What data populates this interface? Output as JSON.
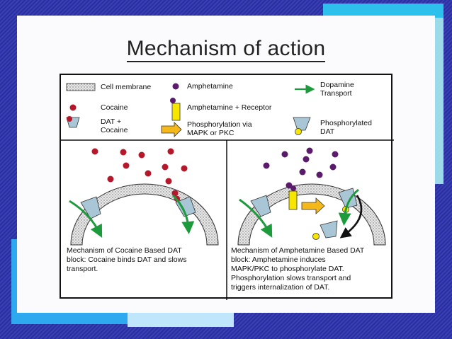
{
  "slide": {
    "title": "Mechanism of action"
  },
  "legend": {
    "cell_membrane": "Cell membrane",
    "amphetamine": "Amphetamine",
    "dopamine_transport": "Dopamine\nTransport",
    "cocaine": "Cocaine",
    "amphetamine_receptor": "Amphetamine + Receptor",
    "dat_cocaine": "DAT +\nCocaine",
    "phosphorylation": "Phosphorylation via\nMAPK or PKC",
    "phosphorylated_dat": "Phosphorylated\nDAT"
  },
  "panels": {
    "left_caption": "Mechanism of Cocaine Based DAT\nblock:  Cocaine binds DAT and slows\ntransport.",
    "right_caption": "Mechanism of Amphetamine Based DAT\nblock:  Amphetamine induces\nMAPK/PKC to phosphorylate DAT.\nPhosphorylation slows transport and\ntriggers internalization of DAT."
  },
  "colors": {
    "cocaine": "#b5182a",
    "amphetamine": "#5a1b6b",
    "arrow_green": "#1d9a3c",
    "receptor_yellow": "#f6e600",
    "phospho_arrow": "#f4b81a",
    "dat_blue": "#a9c6d6"
  }
}
